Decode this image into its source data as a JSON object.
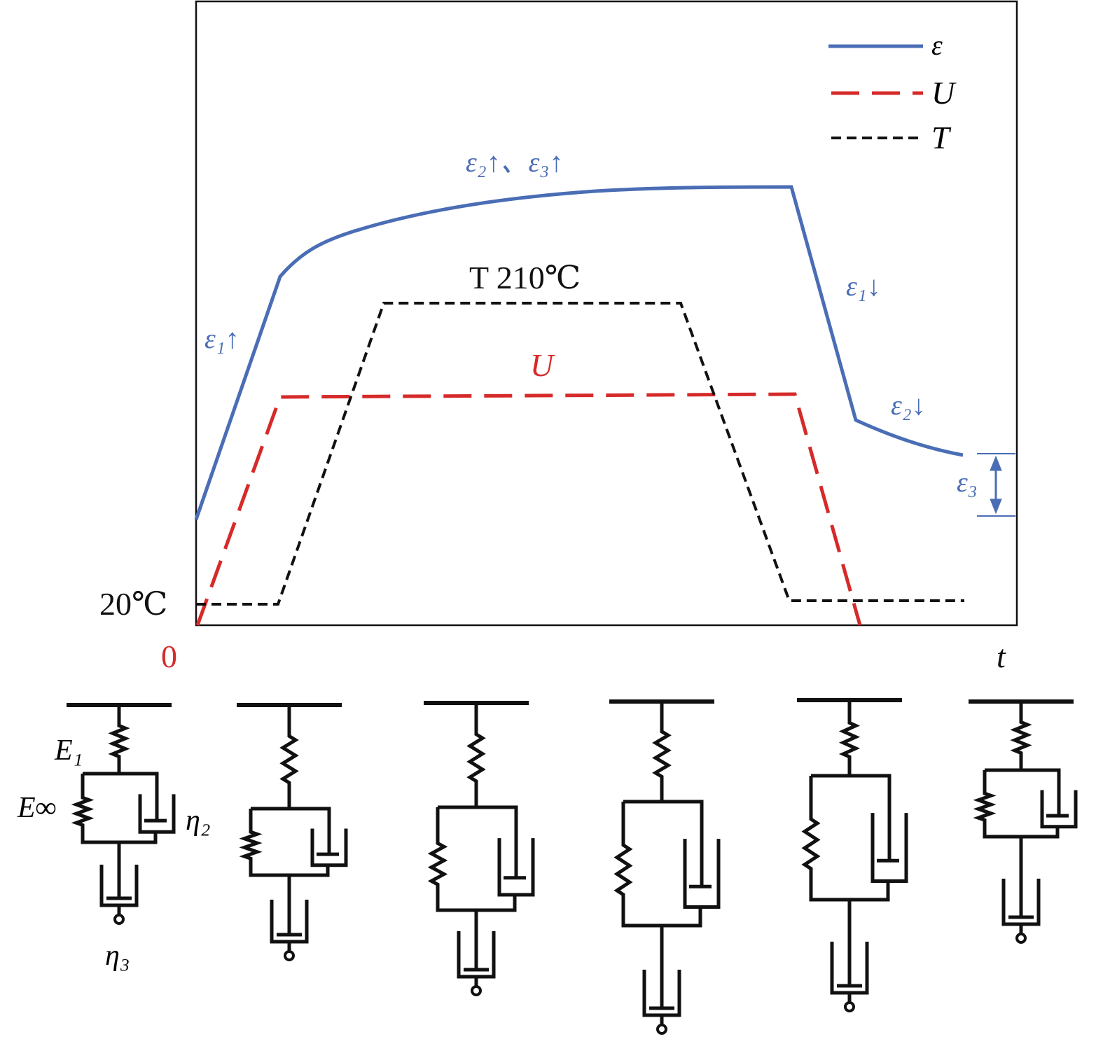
{
  "colors": {
    "strain": "#4a6db5",
    "voltage": "#d62a2a",
    "temperature": "#111111",
    "origin": "#d62a2a"
  },
  "legend": [
    {
      "symbol": "ε",
      "style": "solid"
    },
    {
      "symbol": "U",
      "style": "long-dash"
    },
    {
      "symbol": "T",
      "style": "short-dash"
    }
  ],
  "labels": {
    "eps1_up": "ε₁↑",
    "eps23_up": "ε₂↑、ε₃↑",
    "temp_peak": "T 210℃",
    "voltage": "U",
    "eps1_down": "ε₁↓",
    "eps2_down": "ε₂↓",
    "eps3": "ε₃",
    "temp_base": "20℃",
    "origin": "0",
    "time_axis": "t"
  },
  "model_labels": {
    "E1": "E₁",
    "Einf": "E∞",
    "eta2": "η₂",
    "eta3": "η₃"
  },
  "model_count": 6
}
